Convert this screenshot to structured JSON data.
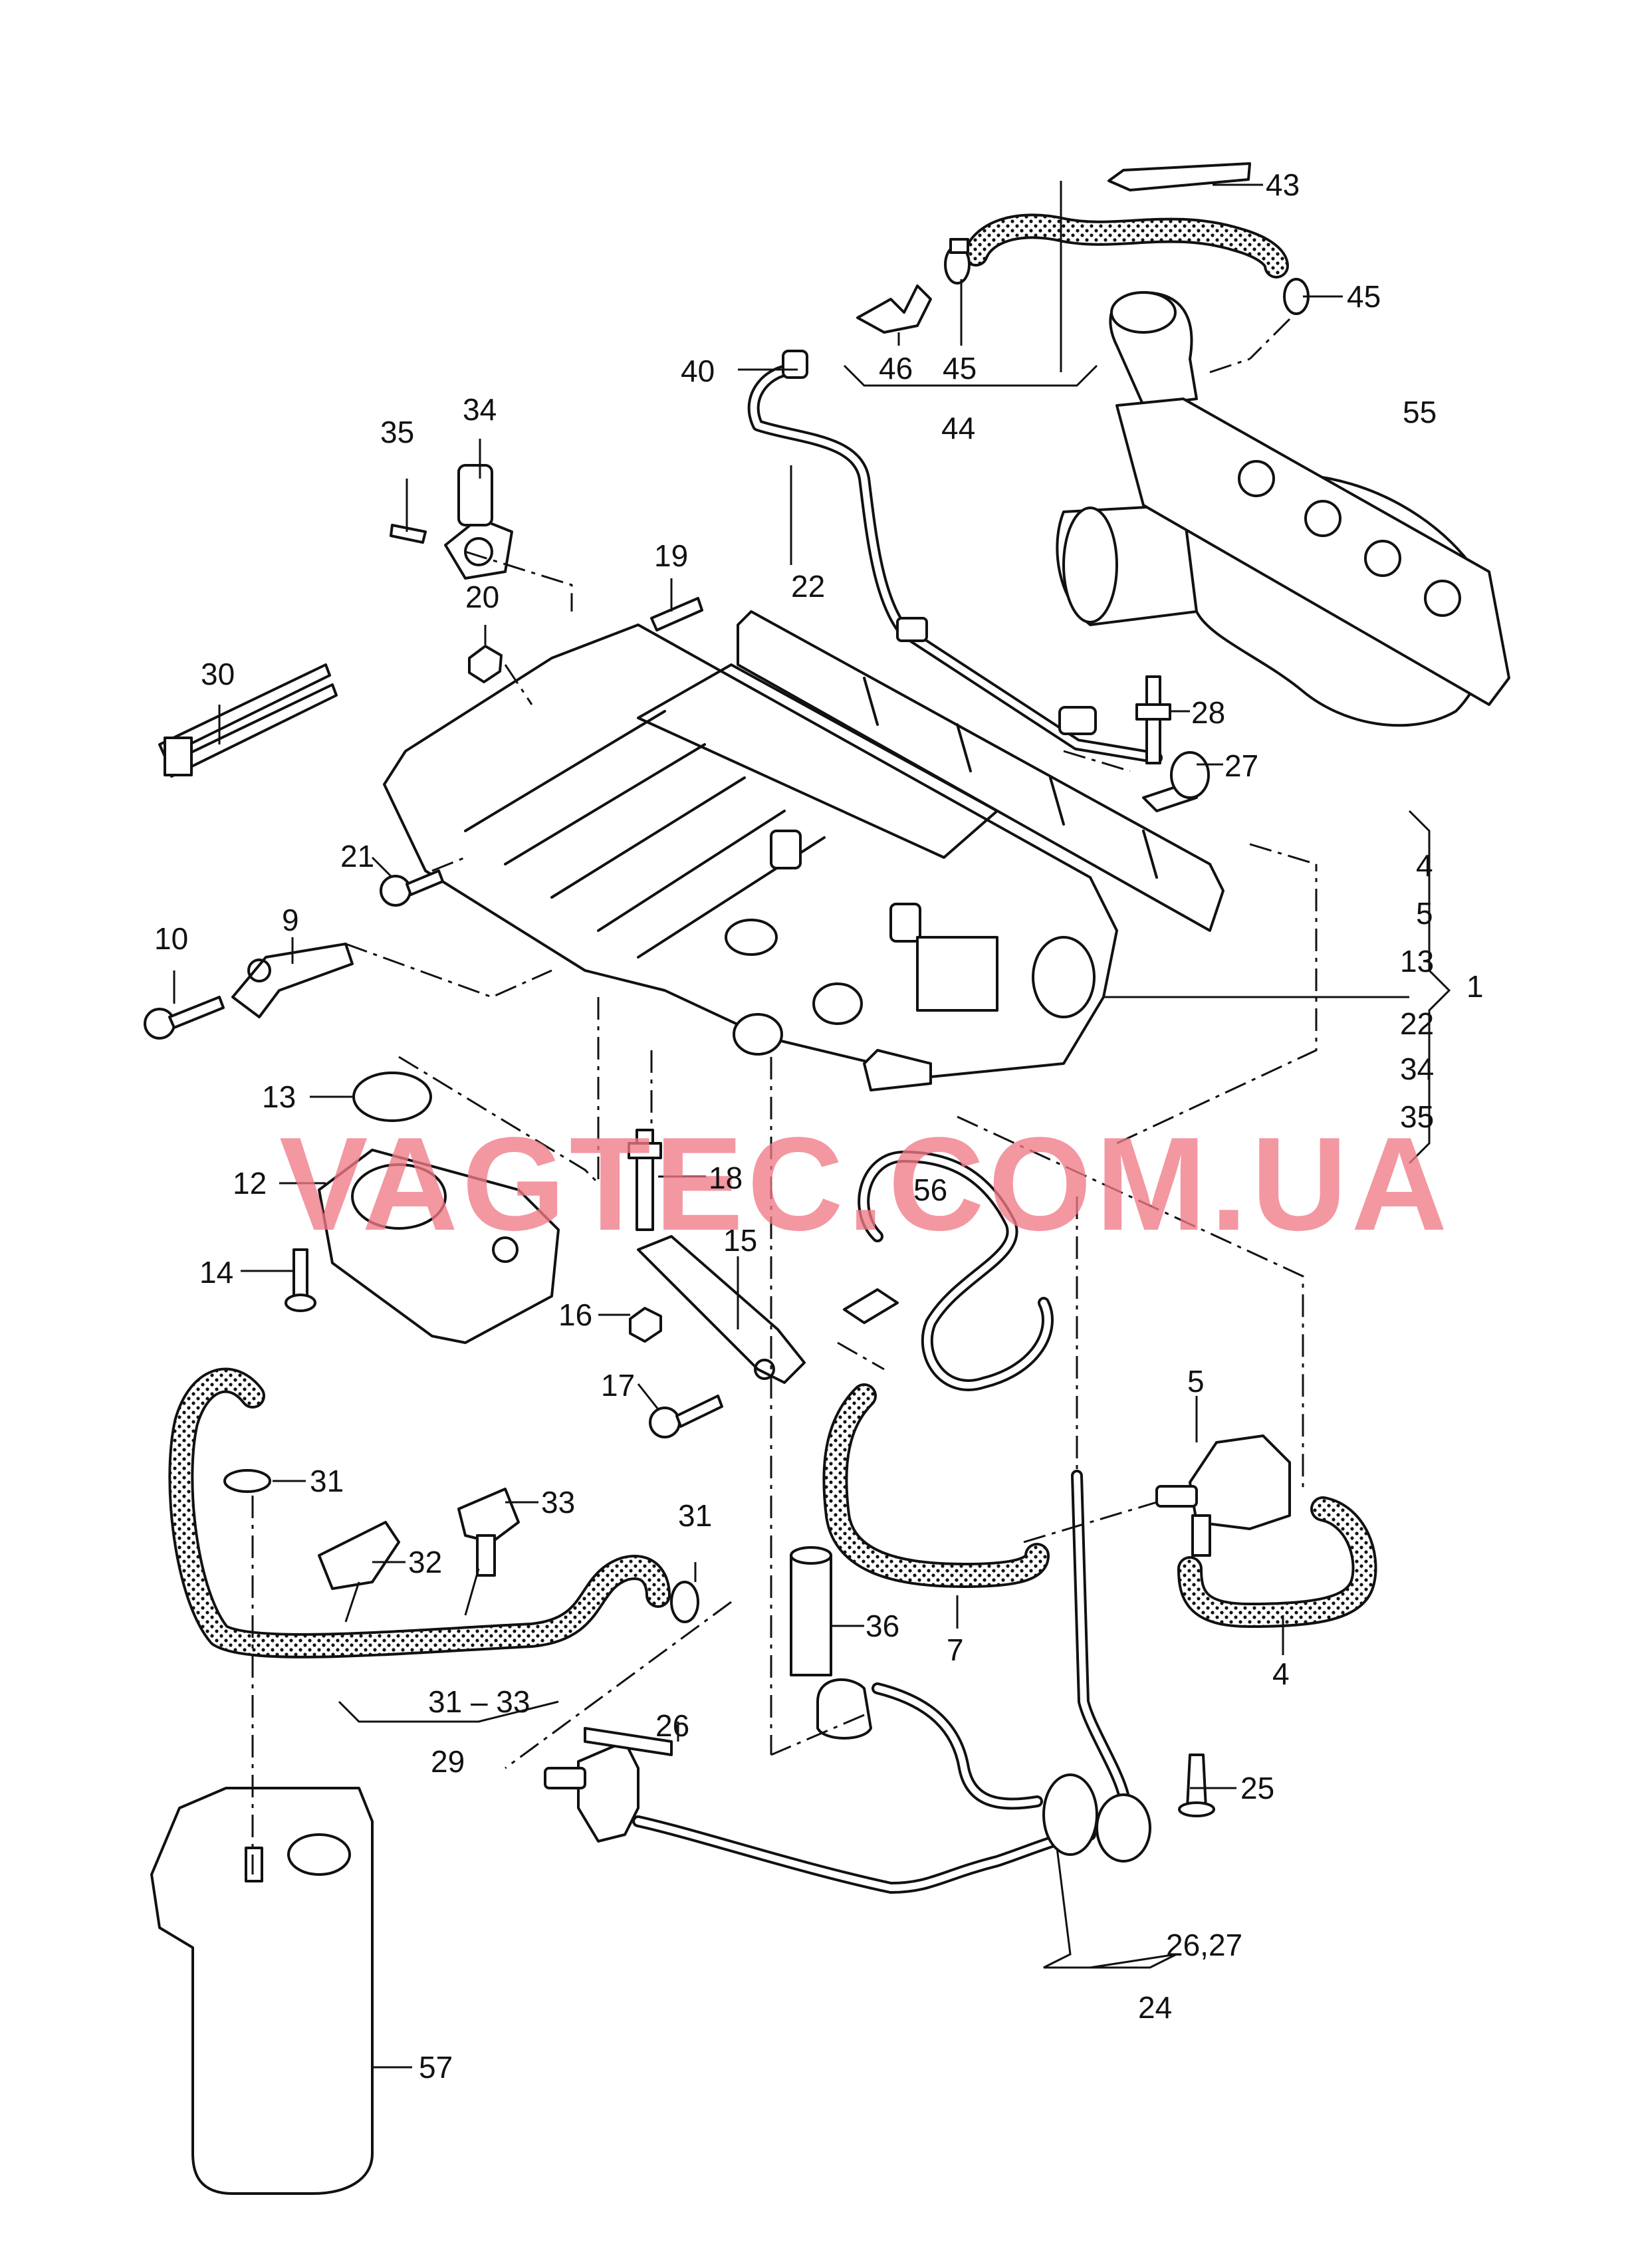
{
  "watermark": "VAGTEC.COM.UA",
  "colors": {
    "watermark": "#f07a86",
    "line": "#111111",
    "background": "#ffffff"
  },
  "callouts": {
    "c1": "1",
    "c4a": "4",
    "c4b": "4",
    "c5a": "5",
    "c5b": "5",
    "c7": "7",
    "c9": "9",
    "c10": "10",
    "c12": "12",
    "c13a": "13",
    "c13b": "13",
    "c14": "14",
    "c15": "15",
    "c16": "16",
    "c17": "17",
    "c18": "18",
    "c19": "19",
    "c20": "20",
    "c21": "21",
    "c22a": "22",
    "c22b": "22",
    "c24": "24",
    "c25": "25",
    "c26": "26",
    "c26_27": "26,27",
    "c27": "27",
    "c28": "28",
    "c29": "29",
    "c30": "30",
    "c31a": "31",
    "c31b": "31",
    "c31_33": "31 – 33",
    "c32": "32",
    "c33": "33",
    "c34a": "34",
    "c34b": "34",
    "c35a": "35",
    "c35b": "35",
    "c36": "36",
    "c40": "40",
    "c43": "43",
    "c44": "44",
    "c45a": "45",
    "c45b": "45",
    "c46": "46",
    "c55": "55",
    "c56": "56",
    "c57": "57"
  }
}
